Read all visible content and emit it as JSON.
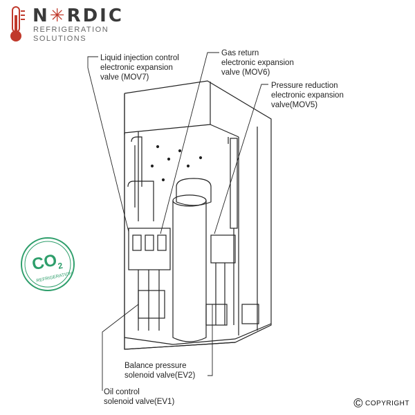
{
  "logo": {
    "word_n": "N",
    "word_rest": "RDIC",
    "line1": "REFRIGERATION",
    "line2": "SOLUTIONS",
    "accent_color": "#c0392b",
    "icon": "thermometer-icon"
  },
  "badge": {
    "main": "CO",
    "subscript": "2",
    "caption": "REFRIGERATION",
    "color": "#2e9e6b",
    "icon": "co2-badge"
  },
  "callouts": {
    "mov7": {
      "line1": "Liquid injection control",
      "line2": "electronic expansion",
      "line3": "valve (MOV7)"
    },
    "mov6": {
      "line1": "Gas return",
      "line2": "electronic expansion",
      "line3": "valve (MOV6)"
    },
    "mov5": {
      "line1": "Pressure reduction",
      "line2": "electronic expansion",
      "line3": "valve(MOV5)"
    },
    "ev2": {
      "line1": "Balance pressure",
      "line2": "solenoid valve(EV2)"
    },
    "ev1": {
      "line1": "Oil control",
      "line2": "solenoid valve(EV1)"
    }
  },
  "copyright": {
    "symbol": "©",
    "text": "COPYRIGHT"
  }
}
